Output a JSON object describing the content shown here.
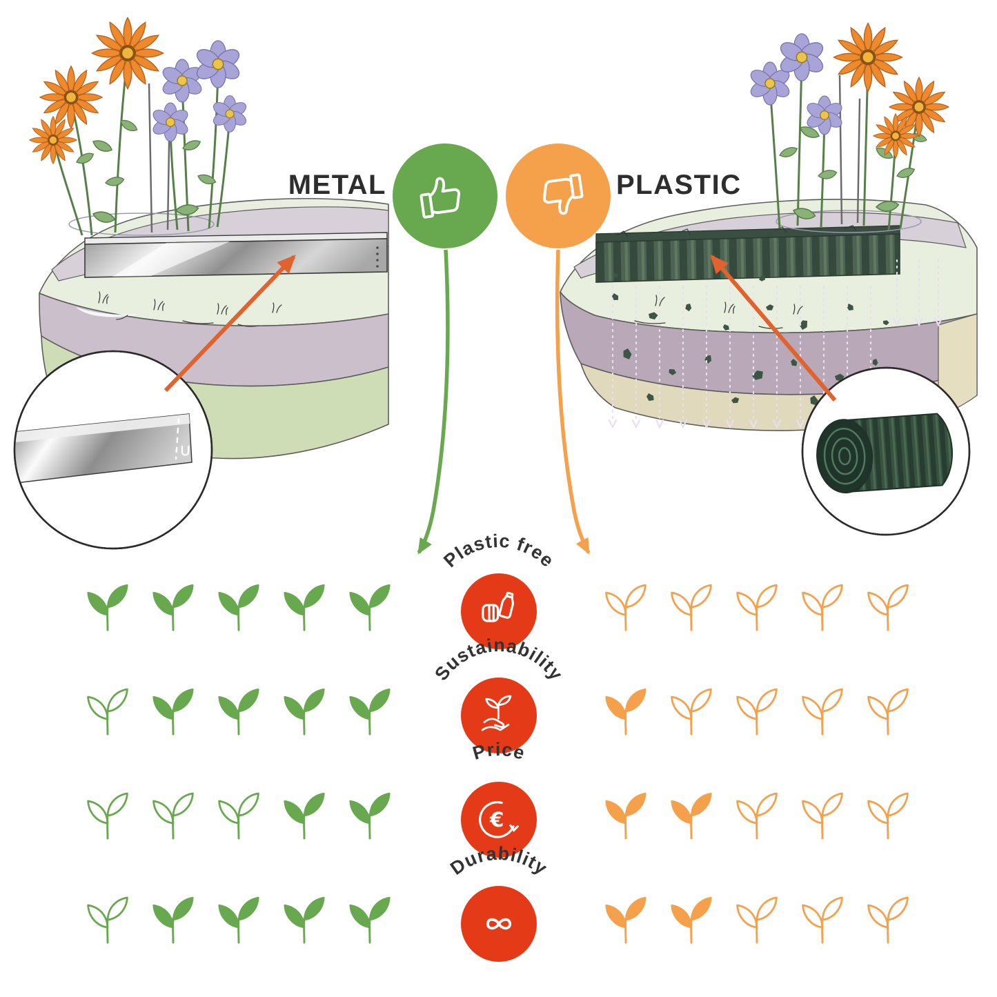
{
  "header": {
    "metal_title": "METAL",
    "plastic_title": "PLASTIC",
    "metal_verdict_icon": "thumbs-up-icon",
    "plastic_verdict_icon": "thumbs-down-icon"
  },
  "colors": {
    "green": "#68A84F",
    "orange": "#F5A04B",
    "red": "#E53A17",
    "arrow_orange": "#E0622C",
    "text_dark": "#2D2D2D"
  },
  "rating_max": 5,
  "category_icons": [
    "no-plastic-bottle-icon",
    "hand-sprout-icon",
    "euro-price-drop-icon",
    "infinity-icon"
  ],
  "chart_data": {
    "type": "table",
    "categories": [
      "Plastic free",
      "Sustainability",
      "Price",
      "Durability"
    ],
    "series": [
      {
        "name": "Metal",
        "values": [
          5,
          4,
          2,
          4
        ]
      },
      {
        "name": "Plastic",
        "values": [
          0,
          1,
          2,
          2
        ]
      }
    ],
    "ylim": [
      0,
      5
    ]
  }
}
